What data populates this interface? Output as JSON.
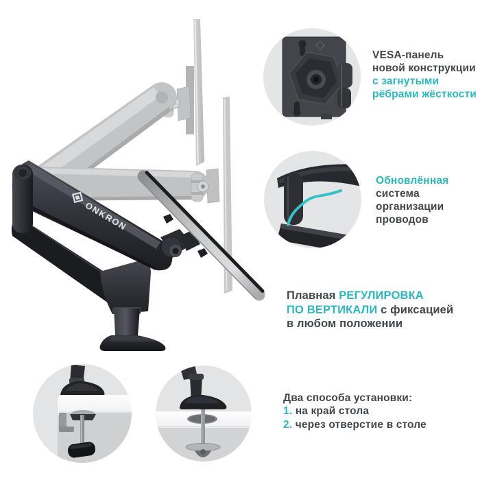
{
  "palette": {
    "accent": "#2eb5bd",
    "dark_text": "#42474b"
  },
  "brand": {
    "logo_text": "ONKRON"
  },
  "features": {
    "vesa": {
      "line1": "VESA-панель",
      "line2": "новой конструкции",
      "line3": "с загнутыми",
      "line4": "рёбрами жёсткости"
    },
    "cable": {
      "line1": "Обновлённая",
      "line2": "система",
      "line3": "организации",
      "line4": "проводов"
    },
    "height": {
      "line1_dark": "Плавная",
      "line1_accent": "РЕГУЛИРОВКА",
      "line2_accent": "ПО ВЕРТИКАЛИ",
      "line2_dark": "с фиксацией",
      "line3": "в любом положении"
    },
    "mount": {
      "title": "Два способа установки:",
      "item1_num": "1.",
      "item1_text": "на край стола",
      "item2_num": "2.",
      "item2_text": "через отверстие в столе"
    }
  }
}
